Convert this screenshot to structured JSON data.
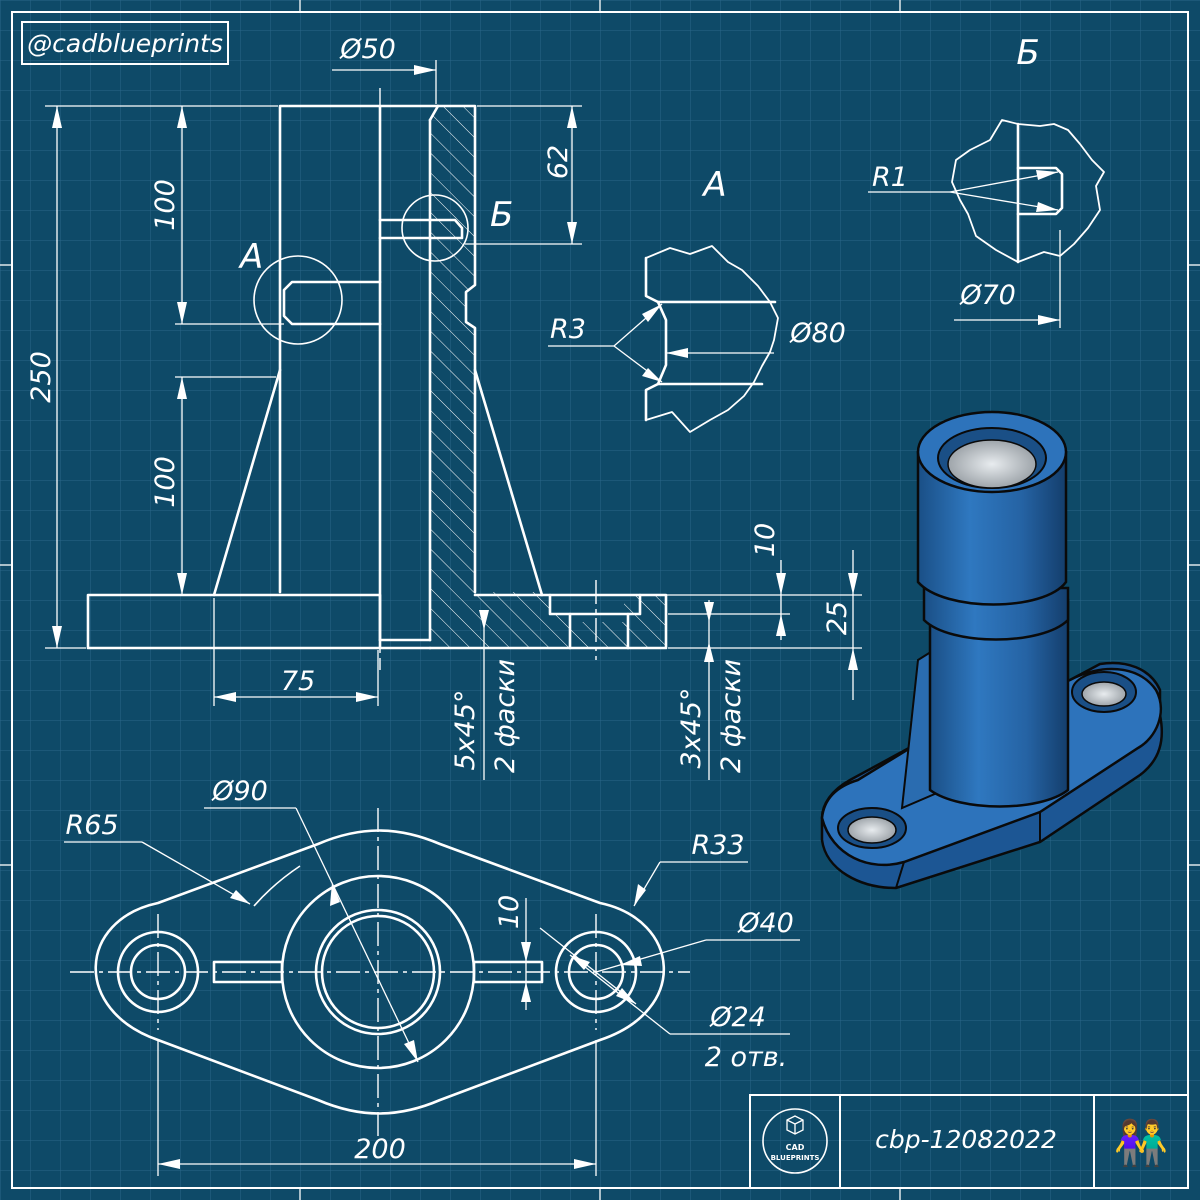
{
  "watermark": {
    "handle": "@cadblueprints"
  },
  "colors": {
    "background": "#0e4a68",
    "grid": "#2a6688",
    "line": "#ffffff",
    "model_blue": "#2366a8",
    "model_bore": "#c8ccd0"
  },
  "front_view": {
    "dim_diameter_top": "Ø50",
    "dim_height_total": "250",
    "dim_height_upper": "100",
    "dim_height_lower": "100",
    "dim_height_top": "62",
    "dim_width_half": "75",
    "dim_flange_step": "10",
    "dim_flange_thickness": "25",
    "label_detail_a": "A",
    "label_detail_b": "Б",
    "chamfer_big": "5x45°",
    "chamfer_big_note": "2 фаски",
    "chamfer_small": "3x45°",
    "chamfer_small_note": "2 фаски"
  },
  "detail_a": {
    "title": "A",
    "radius": "R3",
    "diameter": "Ø80"
  },
  "detail_b": {
    "title": "Б",
    "radius": "R1",
    "diameter": "Ø70"
  },
  "top_view": {
    "radius_big": "R65",
    "diameter_bore": "Ø90",
    "radius_end": "R33",
    "dim_rib": "10",
    "diameter_boss": "Ø40",
    "diameter_hole": "Ø24",
    "hole_note": "2 отв.",
    "dim_length": "200"
  },
  "title_block": {
    "logo_line1": "CAD",
    "logo_line2": "BLUEPRINTS",
    "code": "cbp-12082022",
    "emoji": "👫"
  }
}
